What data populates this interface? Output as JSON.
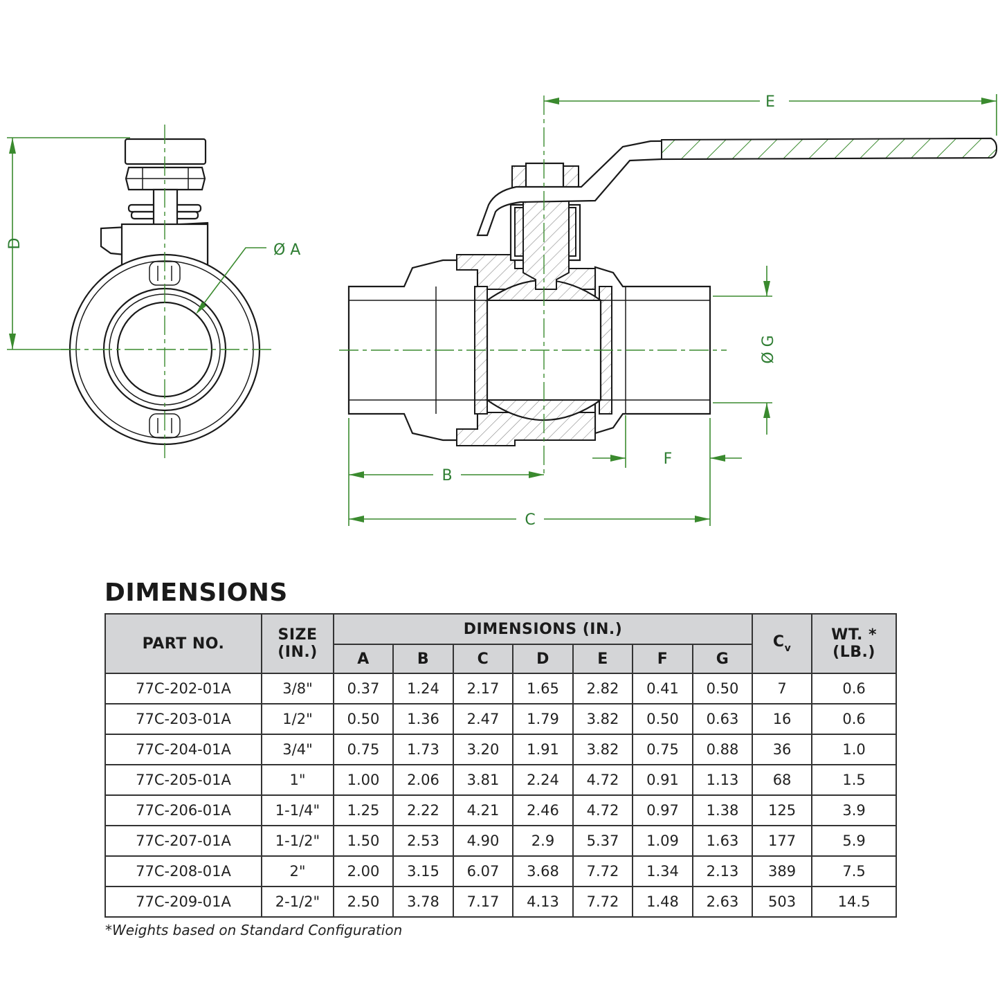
{
  "drawing": {
    "dimension_labels": {
      "A": "Ø  A",
      "B": "B",
      "C": "C",
      "D": "D",
      "E": "E",
      "F": "F",
      "G": "Ø G"
    }
  },
  "section_title": "DIMENSIONS",
  "table": {
    "headers": {
      "part_no": "PART NO.",
      "size_line1": "SIZE",
      "size_line2": "(IN.)",
      "dimensions_group": "DIMENSIONS (IN.)",
      "cv_main": "C",
      "cv_sub": "v",
      "wt_line1": "WT. *",
      "wt_line2": "(LB.)",
      "dim_columns": [
        "A",
        "B",
        "C",
        "D",
        "E",
        "F",
        "G"
      ]
    },
    "rows": [
      [
        "77C-202-01A",
        "3/8\"",
        "0.37",
        "1.24",
        "2.17",
        "1.65",
        "2.82",
        "0.41",
        "0.50",
        "7",
        "0.6"
      ],
      [
        "77C-203-01A",
        "1/2\"",
        "0.50",
        "1.36",
        "2.47",
        "1.79",
        "3.82",
        "0.50",
        "0.63",
        "16",
        "0.6"
      ],
      [
        "77C-204-01A",
        "3/4\"",
        "0.75",
        "1.73",
        "3.20",
        "1.91",
        "3.82",
        "0.75",
        "0.88",
        "36",
        "1.0"
      ],
      [
        "77C-205-01A",
        "1\"",
        "1.00",
        "2.06",
        "3.81",
        "2.24",
        "4.72",
        "0.91",
        "1.13",
        "68",
        "1.5"
      ],
      [
        "77C-206-01A",
        "1-1/4\"",
        "1.25",
        "2.22",
        "4.21",
        "2.46",
        "4.72",
        "0.97",
        "1.38",
        "125",
        "3.9"
      ],
      [
        "77C-207-01A",
        "1-1/2\"",
        "1.50",
        "2.53",
        "4.90",
        "2.9",
        "5.37",
        "1.09",
        "1.63",
        "177",
        "5.9"
      ],
      [
        "77C-208-01A",
        "2\"",
        "2.00",
        "3.15",
        "6.07",
        "3.68",
        "7.72",
        "1.34",
        "2.13",
        "389",
        "7.5"
      ],
      [
        "77C-209-01A",
        "2-1/2\"",
        "2.50",
        "3.78",
        "7.17",
        "4.13",
        "7.72",
        "1.48",
        "2.63",
        "503",
        "14.5"
      ]
    ]
  },
  "footnote": "*Weights based on Standard Configuration",
  "colors": {
    "dimension_lines": "#3a8a2e",
    "table_header_bg": "#d4d5d7",
    "line_art": "#1a1a1a"
  }
}
